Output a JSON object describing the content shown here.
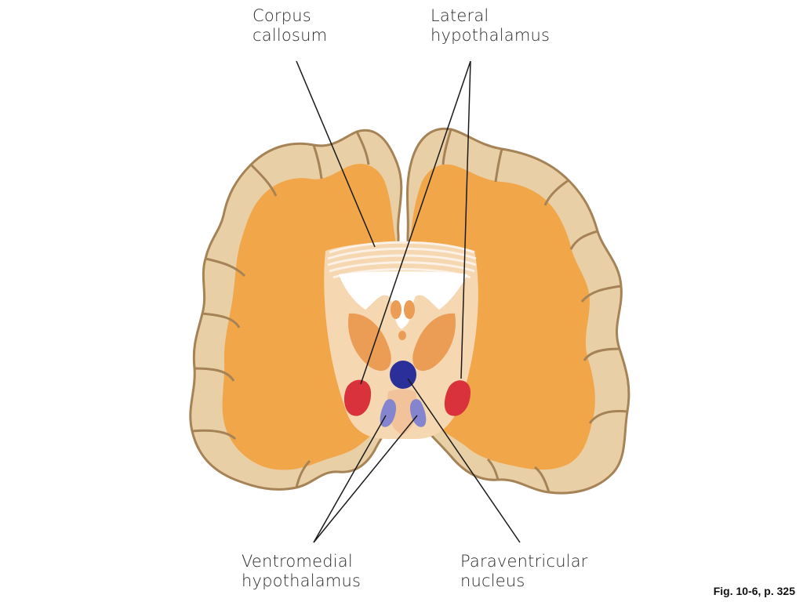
{
  "labels": {
    "corpus_callosum": [
      "Corpus",
      "callosum"
    ],
    "lateral_hypothalamus": [
      "Lateral",
      "hypothalamus"
    ],
    "ventromedial_hypothalamus": [
      "Ventromedial",
      "hypothalamus"
    ],
    "paraventricular_nucleus": [
      "Paraventricular",
      "nucleus"
    ]
  },
  "caption": "Fig. 10-6, p. 325",
  "colors": {
    "cortex_outer": "#e9cfa6",
    "cortex_edge": "#a58356",
    "white_matter": "#f2a64a",
    "inner_tissue": "#f5d7b1",
    "lateral_hypothalamus": "#d9323c",
    "paraventricular_nucleus": "#2b2f99",
    "ventromedial_hypothalamus": "#8585cf",
    "basal_structures": "#eb9c55"
  }
}
